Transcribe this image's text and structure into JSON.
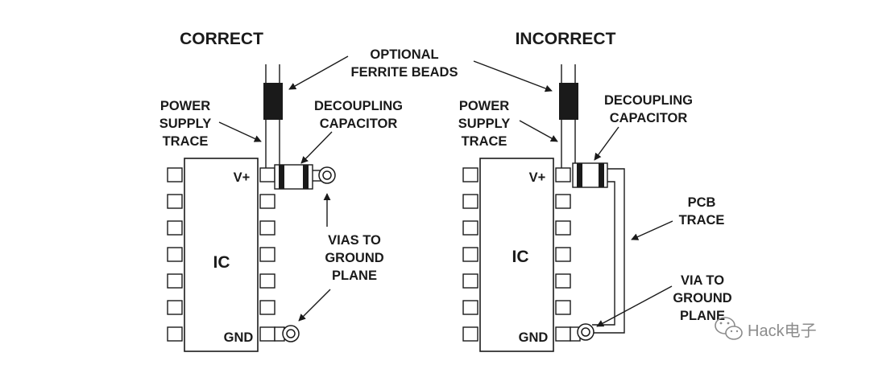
{
  "colors": {
    "ink": "#1a1a1a",
    "bead": "#1a1a1a",
    "background": "#ffffff",
    "watermark": "#8c8c8c"
  },
  "panels": {
    "correct": {
      "title": "CORRECT",
      "power_supply_trace": [
        "POWER",
        "SUPPLY",
        "TRACE"
      ],
      "decoupling_capacitor": [
        "DECOUPLING",
        "CAPACITOR"
      ],
      "vias_to_ground": [
        "VIAS TO",
        "GROUND",
        "PLANE"
      ],
      "ic_label": "IC",
      "vplus_label": "V+",
      "gnd_label": "GND"
    },
    "incorrect": {
      "title": "INCORRECT",
      "power_supply_trace": [
        "POWER",
        "SUPPLY",
        "TRACE"
      ],
      "decoupling_capacitor": [
        "DECOUPLING",
        "CAPACITOR"
      ],
      "pcb_trace": [
        "PCB",
        "TRACE"
      ],
      "via_to_ground": [
        "VIA TO",
        "GROUND",
        "PLANE"
      ],
      "ic_label": "IC",
      "vplus_label": "V+",
      "gnd_label": "GND"
    }
  },
  "shared": {
    "ferrite_beads": [
      "OPTIONAL",
      "FERRITE BEADS"
    ]
  },
  "watermark": {
    "text": "Hack电子",
    "icon": "wechat-icon"
  }
}
